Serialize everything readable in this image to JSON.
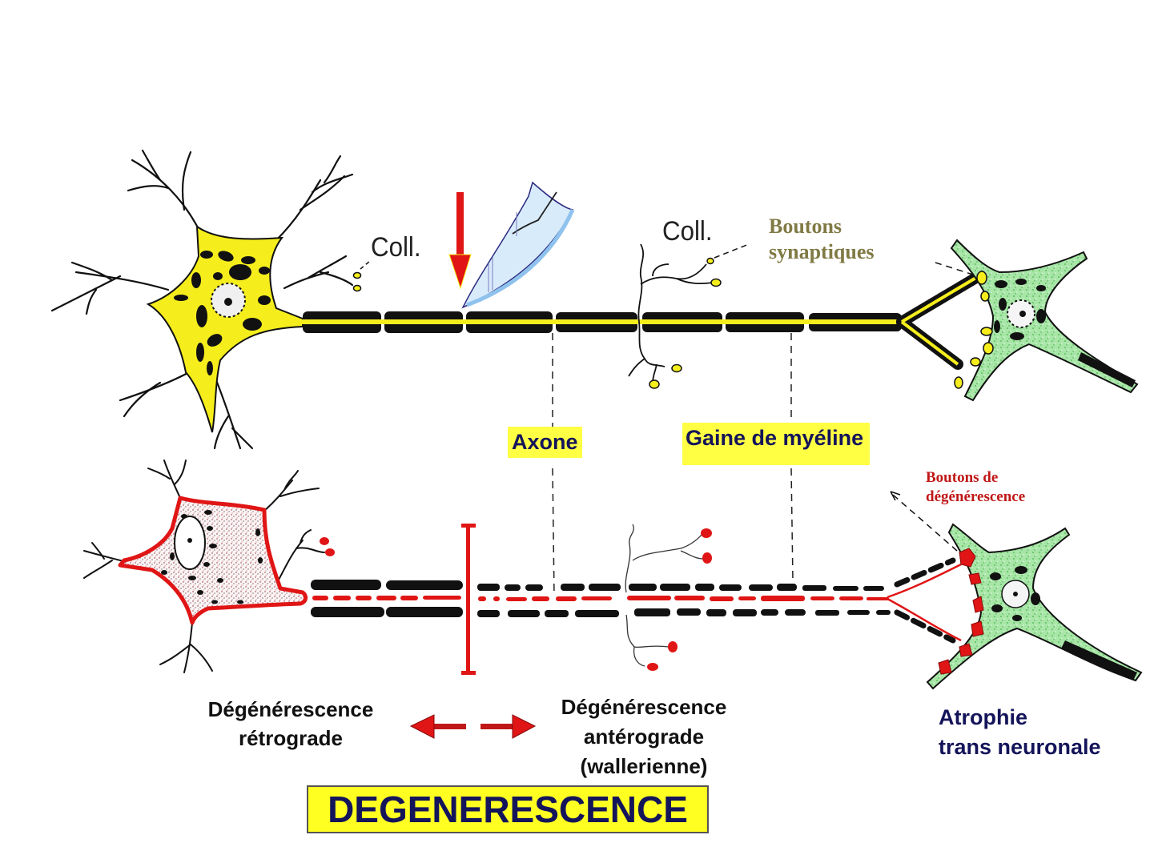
{
  "labels": {
    "coll_left": "Coll.",
    "coll_right": "Coll.",
    "boutons_synaptiques": [
      "Boutons",
      "synaptiques"
    ],
    "axone": "Axone",
    "gaine": "Gaine de myéline",
    "boutons_degenerescence": [
      "Boutons de",
      "dégénérescence"
    ],
    "retrograde": [
      "Dégénérescence",
      "rétrograde"
    ],
    "anterograde": [
      "Dégénérescence",
      "antérograde",
      "(wallerienne)"
    ],
    "atrophie": [
      "Atrophie",
      "trans neuronale"
    ],
    "title": "DEGENERESCENCE"
  },
  "colors": {
    "neuron_yellow": "#f5ee1c",
    "neuron_green": "#9be29b",
    "degeneration_red": "#e01515",
    "myelin_black": "#111111",
    "label_navy": "#14145a",
    "label_olive": "#807a45",
    "label_red": "#c01818",
    "highlight_yellow": "#ffff44",
    "scalpel_blue": "#8fc3ee"
  }
}
